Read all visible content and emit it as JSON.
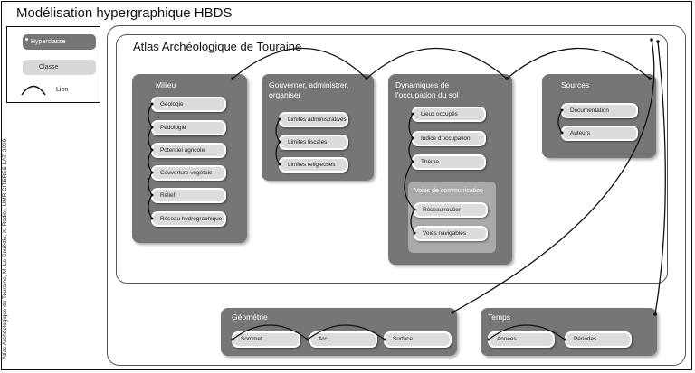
{
  "title": "Modélisation hypergraphique HBDS",
  "credit": "Atlas Archéologique de Touraine, M. Le Couëdic, X. Rodier, UMR CITERES-LAT, 2009",
  "legend": {
    "hyperclass": "Hyperclasse",
    "class": "Classe",
    "link": "Lien"
  },
  "atlas": {
    "title": "Atlas Archéologique de Touraine",
    "milieu": {
      "title": "Milieu",
      "classes": [
        "Géologie",
        "Pédologie",
        "Potentiel agricole",
        "Couverture végétale",
        "Relief",
        "Réseau hydrographique"
      ]
    },
    "gouverner": {
      "title": "Gouverner, administrer, organiser",
      "classes": [
        "Limites administratives",
        "Limites fiscales",
        "Limites religieuses"
      ]
    },
    "dynamiques": {
      "title": "Dynamiques de l'occupation du sol",
      "classes": [
        "Lieux occupés",
        "Indice d'occupation",
        "Thème"
      ],
      "voies": {
        "title": "Voies de communication",
        "classes": [
          "Réseau routier",
          "Voies navigables"
        ]
      }
    },
    "sources": {
      "title": "Sources",
      "classes": [
        "Documentation",
        "Auteurs"
      ]
    }
  },
  "geometrie": {
    "title": "Géométrie",
    "classes": [
      "Sommet",
      "Arc",
      "Surface"
    ]
  },
  "temps": {
    "title": "Temps",
    "classes": [
      "Années",
      "Périodes"
    ]
  },
  "colors": {
    "hyperclass": "#767676",
    "class": "#dcdcdc",
    "subgroup": "#aaaaaa",
    "link": "#111111"
  }
}
